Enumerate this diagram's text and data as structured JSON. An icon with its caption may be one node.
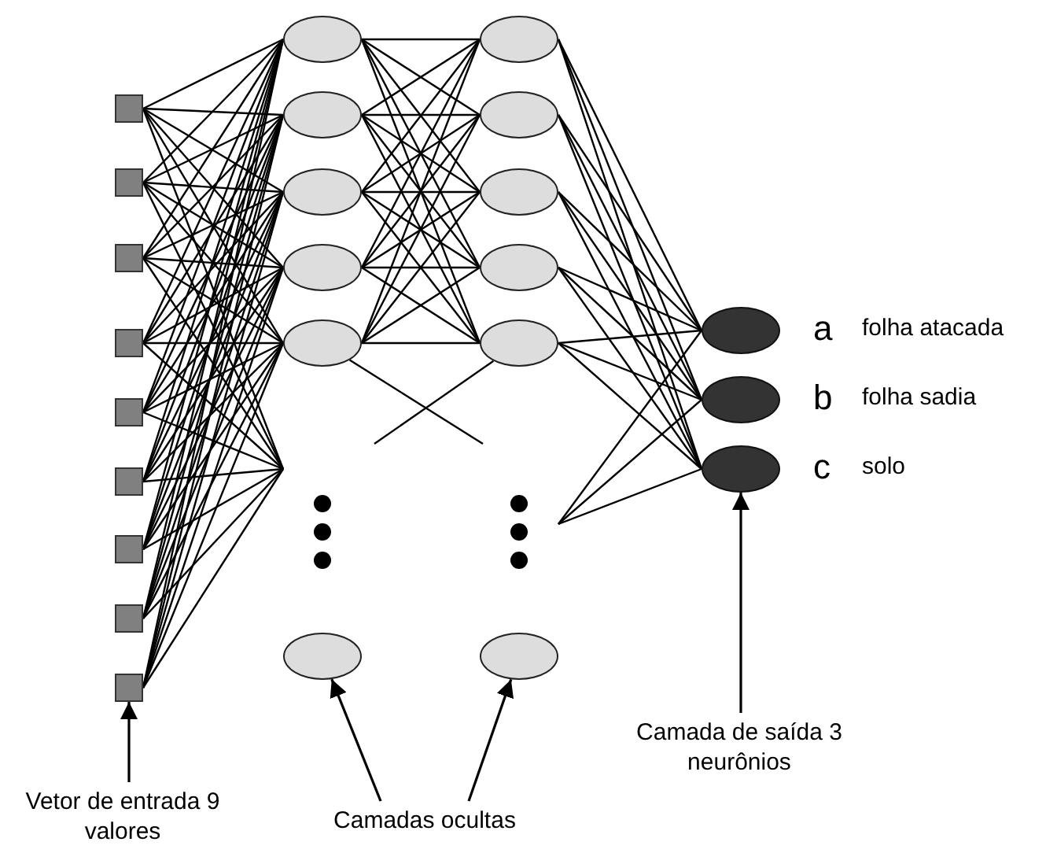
{
  "diagram": {
    "nodes": [
      {
        "text": [],
        "shape": "box"
      },
      {
        "text": [],
        "shape": "box"
      },
      {
        "text": [],
        "shape": "box"
      },
      {
        "text": [],
        "shape": "box"
      },
      {
        "text": [],
        "shape": "box"
      },
      {
        "text": [],
        "shape": "box"
      },
      {
        "text": [],
        "shape": "box"
      },
      {
        "text": [],
        "shape": "box"
      },
      {
        "text": [],
        "shape": "box"
      },
      {
        "text": [],
        "shape": "ellipse"
      },
      {
        "text": [],
        "shape": "ellipse"
      },
      {
        "text": [],
        "shape": "ellipse"
      },
      {
        "text": [],
        "shape": "ellipse"
      },
      {
        "text": [],
        "shape": "ellipse"
      },
      {
        "text": [],
        "shape": "ellipse"
      },
      {
        "text": [],
        "shape": "ellipse"
      },
      {
        "text": [],
        "shape": "ellipse"
      },
      {
        "text": [],
        "shape": "ellipse"
      },
      {
        "text": [],
        "shape": "ellipse"
      },
      {
        "text": [],
        "shape": "ellipse"
      },
      {
        "text": [],
        "shape": "ellipse"
      },
      {
        "text": [],
        "shape": "ellipse",
        "beside": [
          "a",
          "folha atacada"
        ]
      },
      {
        "text": [],
        "shape": "ellipse",
        "beside": [
          "b",
          "folha sadia"
        ]
      },
      {
        "text": [],
        "shape": "ellipse",
        "beside": [
          "c",
          "solo"
        ]
      },
      {
        "text": [
          "Vetor de entrada 9 valores"
        ]
      },
      {
        "text": [
          "Camadas ocultas"
        ]
      },
      {
        "text": [
          "Camada de saída 3 neurônios"
        ]
      }
    ],
    "edges": [
      {
        "from": 0,
        "to": 9,
        "arrow": "none"
      },
      {
        "from": 0,
        "to": 10,
        "arrow": "none"
      },
      {
        "from": 0,
        "to": 11,
        "arrow": "none"
      },
      {
        "from": 0,
        "to": 12,
        "arrow": "none"
      },
      {
        "from": 0,
        "to": 13,
        "arrow": "none"
      },
      {
        "from": 0,
        "to": null,
        "arrow": "none"
      },
      {
        "from": 1,
        "to": 9,
        "arrow": "none"
      },
      {
        "from": 1,
        "to": 10,
        "arrow": "none"
      },
      {
        "from": 1,
        "to": 11,
        "arrow": "none"
      },
      {
        "from": 1,
        "to": 12,
        "arrow": "none"
      },
      {
        "from": 1,
        "to": 13,
        "arrow": "none"
      },
      {
        "from": 1,
        "to": null,
        "arrow": "none"
      },
      {
        "from": 2,
        "to": 9,
        "arrow": "none"
      },
      {
        "from": 2,
        "to": 10,
        "arrow": "none"
      },
      {
        "from": 2,
        "to": 11,
        "arrow": "none"
      },
      {
        "from": 2,
        "to": 12,
        "arrow": "none"
      },
      {
        "from": 2,
        "to": 13,
        "arrow": "none"
      },
      {
        "from": 2,
        "to": null,
        "arrow": "none"
      },
      {
        "from": 3,
        "to": 9,
        "arrow": "none"
      },
      {
        "from": 3,
        "to": 10,
        "arrow": "none"
      },
      {
        "from": 3,
        "to": 11,
        "arrow": "none"
      },
      {
        "from": 3,
        "to": 12,
        "arrow": "none"
      },
      {
        "from": 3,
        "to": 13,
        "arrow": "none"
      },
      {
        "from": 3,
        "to": null,
        "arrow": "none"
      },
      {
        "from": 4,
        "to": 9,
        "arrow": "none"
      },
      {
        "from": 4,
        "to": 10,
        "arrow": "none"
      },
      {
        "from": 4,
        "to": 11,
        "arrow": "none"
      },
      {
        "from": 4,
        "to": 12,
        "arrow": "none"
      },
      {
        "from": 4,
        "to": 13,
        "arrow": "none"
      },
      {
        "from": 4,
        "to": null,
        "arrow": "none"
      },
      {
        "from": 5,
        "to": 9,
        "arrow": "none"
      },
      {
        "from": 5,
        "to": 10,
        "arrow": "none"
      },
      {
        "from": 5,
        "to": 11,
        "arrow": "none"
      },
      {
        "from": 5,
        "to": 12,
        "arrow": "none"
      },
      {
        "from": 5,
        "to": 13,
        "arrow": "none"
      },
      {
        "from": 5,
        "to": null,
        "arrow": "none"
      },
      {
        "from": 6,
        "to": 9,
        "arrow": "none"
      },
      {
        "from": 6,
        "to": 10,
        "arrow": "none"
      },
      {
        "from": 6,
        "to": 11,
        "arrow": "none"
      },
      {
        "from": 6,
        "to": 12,
        "arrow": "none"
      },
      {
        "from": 6,
        "to": 13,
        "arrow": "none"
      },
      {
        "from": 6,
        "to": null,
        "arrow": "none"
      },
      {
        "from": 7,
        "to": 9,
        "arrow": "none"
      },
      {
        "from": 7,
        "to": 10,
        "arrow": "none"
      },
      {
        "from": 7,
        "to": 11,
        "arrow": "none"
      },
      {
        "from": 7,
        "to": 12,
        "arrow": "none"
      },
      {
        "from": 7,
        "to": 13,
        "arrow": "none"
      },
      {
        "from": 7,
        "to": null,
        "arrow": "none"
      },
      {
        "from": 8,
        "to": 9,
        "arrow": "none"
      },
      {
        "from": 8,
        "to": 10,
        "arrow": "none"
      },
      {
        "from": 8,
        "to": 11,
        "arrow": "none"
      },
      {
        "from": 8,
        "to": 12,
        "arrow": "none"
      },
      {
        "from": 8,
        "to": 13,
        "arrow": "none"
      },
      {
        "from": 8,
        "to": null,
        "arrow": "none"
      },
      {
        "from": 9,
        "to": 15,
        "arrow": "none"
      },
      {
        "from": 9,
        "to": 16,
        "arrow": "none"
      },
      {
        "from": 9,
        "to": 17,
        "arrow": "none"
      },
      {
        "from": 9,
        "to": 18,
        "arrow": "none"
      },
      {
        "from": 9,
        "to": 19,
        "arrow": "none"
      },
      {
        "from": 10,
        "to": 15,
        "arrow": "none"
      },
      {
        "from": 10,
        "to": 16,
        "arrow": "none"
      },
      {
        "from": 10,
        "to": 17,
        "arrow": "none"
      },
      {
        "from": 10,
        "to": 18,
        "arrow": "none"
      },
      {
        "from": 10,
        "to": 19,
        "arrow": "none"
      },
      {
        "from": 11,
        "to": 15,
        "arrow": "none"
      },
      {
        "from": 11,
        "to": 16,
        "arrow": "none"
      },
      {
        "from": 11,
        "to": 17,
        "arrow": "none"
      },
      {
        "from": 11,
        "to": 18,
        "arrow": "none"
      },
      {
        "from": 11,
        "to": 19,
        "arrow": "none"
      },
      {
        "from": 12,
        "to": 15,
        "arrow": "none"
      },
      {
        "from": 12,
        "to": 16,
        "arrow": "none"
      },
      {
        "from": 12,
        "to": 17,
        "arrow": "none"
      },
      {
        "from": 12,
        "to": 18,
        "arrow": "none"
      },
      {
        "from": 12,
        "to": 19,
        "arrow": "none"
      },
      {
        "from": 13,
        "to": 15,
        "arrow": "none"
      },
      {
        "from": 13,
        "to": 16,
        "arrow": "none"
      },
      {
        "from": 13,
        "to": 17,
        "arrow": "none"
      },
      {
        "from": 13,
        "to": 18,
        "arrow": "none"
      },
      {
        "from": 13,
        "to": 19,
        "arrow": "none"
      },
      {
        "from": 13,
        "to": null,
        "arrow": "none"
      },
      {
        "from": 19,
        "to": null,
        "arrow": "none"
      },
      {
        "from": 15,
        "to": 21,
        "arrow": "none"
      },
      {
        "from": 15,
        "to": 22,
        "arrow": "none"
      },
      {
        "from": 15,
        "to": 23,
        "arrow": "none"
      },
      {
        "from": 16,
        "to": 21,
        "arrow": "none"
      },
      {
        "from": 16,
        "to": 22,
        "arrow": "none"
      },
      {
        "from": 16,
        "to": 23,
        "arrow": "none"
      },
      {
        "from": 17,
        "to": 21,
        "arrow": "none"
      },
      {
        "from": 17,
        "to": 22,
        "arrow": "none"
      },
      {
        "from": 17,
        "to": 23,
        "arrow": "none"
      },
      {
        "from": 18,
        "to": 21,
        "arrow": "none"
      },
      {
        "from": 18,
        "to": 22,
        "arrow": "none"
      },
      {
        "from": 18,
        "to": 23,
        "arrow": "none"
      },
      {
        "from": 19,
        "to": 21,
        "arrow": "none"
      },
      {
        "from": 19,
        "to": 22,
        "arrow": "none"
      },
      {
        "from": 19,
        "to": 23,
        "arrow": "none"
      },
      {
        "from": null,
        "to": 21,
        "arrow": "none"
      },
      {
        "from": null,
        "to": 22,
        "arrow": "none"
      },
      {
        "from": null,
        "to": 23,
        "arrow": "none"
      },
      {
        "from": 24,
        "to": 8,
        "arrow": "to"
      },
      {
        "from": 25,
        "to": 14,
        "arrow": "to"
      },
      {
        "from": 25,
        "to": 20,
        "arrow": "to"
      },
      {
        "from": 26,
        "to": 23,
        "arrow": "to"
      }
    ]
  }
}
